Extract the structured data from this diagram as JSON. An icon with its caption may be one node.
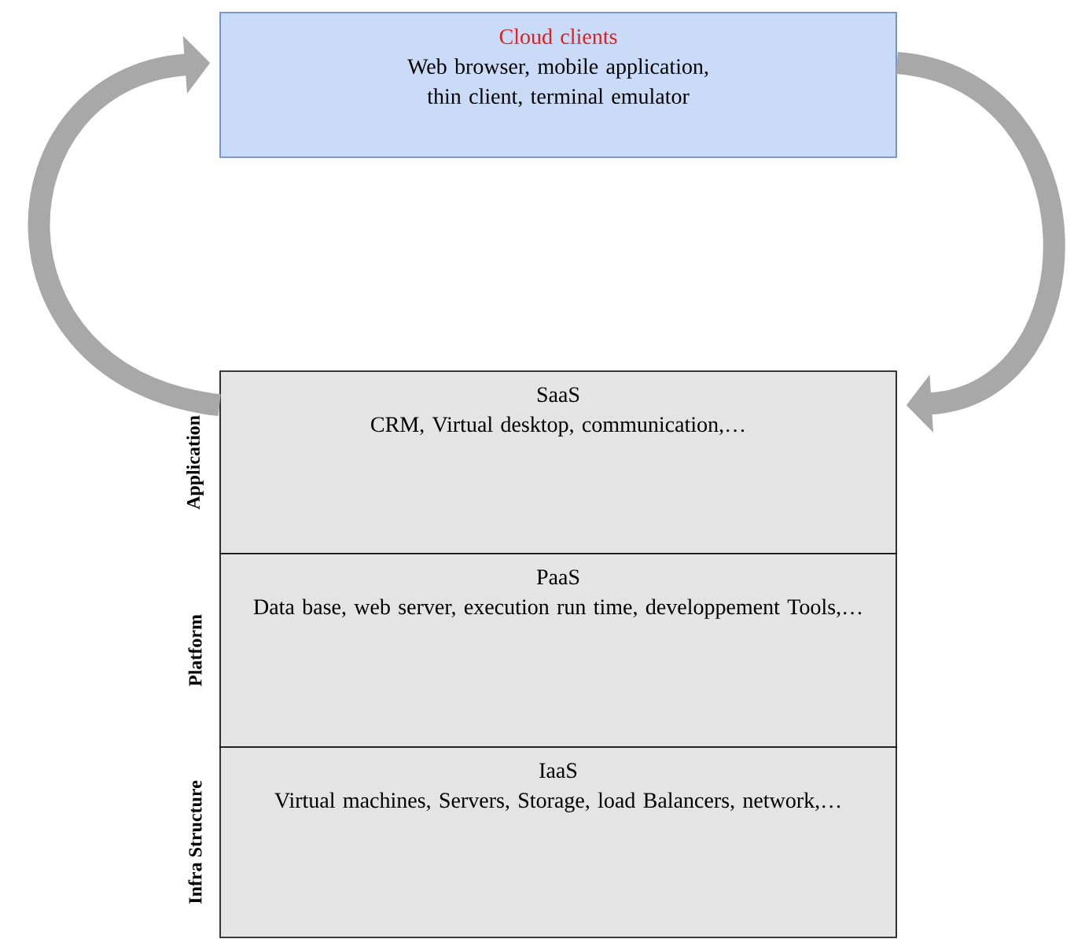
{
  "diagram": {
    "nodes": [
      {
        "text": [
          "Cloud clients",
          "Web browser, mobile application, thin client, terminal emulator"
        ]
      },
      {
        "text": [
          "SaaS",
          "CRM, Virtual desktop, communication,…"
        ],
        "beside": [
          "Application"
        ]
      },
      {
        "text": [
          "PaaS",
          "Data base, web server, execution run time, developpement Tools,…"
        ],
        "beside": [
          "Platform"
        ]
      },
      {
        "text": [
          "IaaS",
          "Virtual machines, Servers, Storage, load Balancers, network,…"
        ],
        "beside": [
          "Infra Structure"
        ]
      }
    ],
    "edges": [
      {
        "from": 1,
        "to": 0,
        "arrow": "to"
      },
      {
        "from": 0,
        "to": 1,
        "arrow": "to"
      }
    ]
  }
}
